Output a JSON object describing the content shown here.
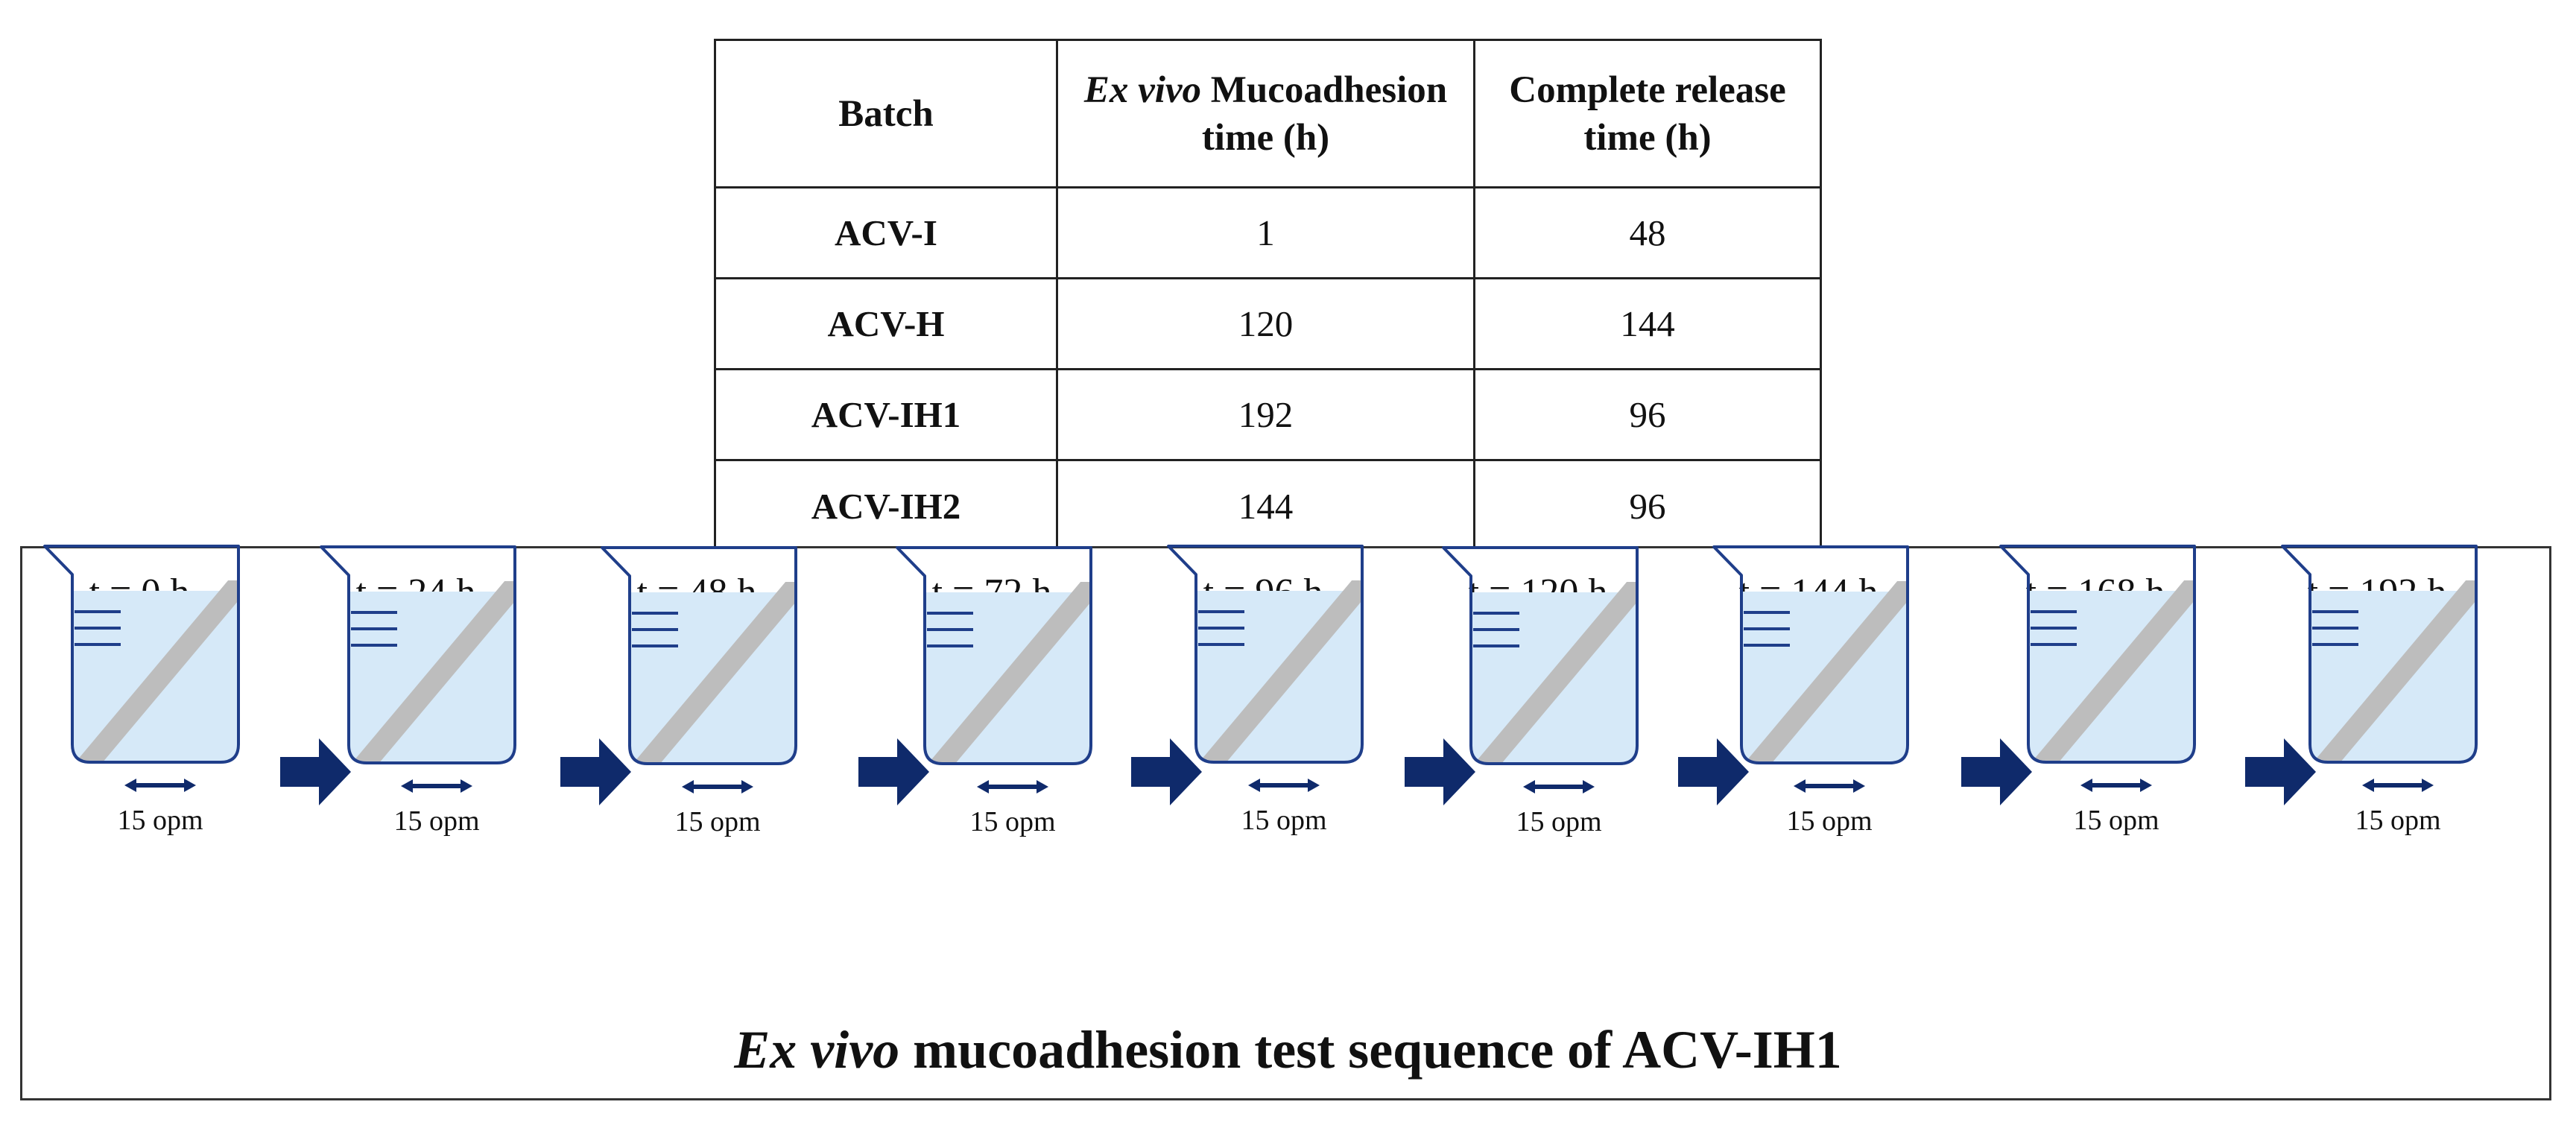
{
  "table": {
    "headers": {
      "batch": "Batch",
      "mucoadhesion_italic": "Ex vivo",
      "mucoadhesion_rest": " Mucoadhesion time (h)",
      "release": "Complete release time (h)"
    },
    "rows": [
      {
        "batch": "ACV-I",
        "mucoadhesion": "1",
        "release": "48"
      },
      {
        "batch": "ACV-H",
        "mucoadhesion": "120",
        "release": "144"
      },
      {
        "batch": "ACV-IH1",
        "mucoadhesion": "192",
        "release": "96"
      },
      {
        "batch": "ACV-IH2",
        "mucoadhesion": "144",
        "release": "96"
      }
    ]
  },
  "sequence": {
    "steps": [
      {
        "time": "t = 0 h",
        "rpm": "15 opm"
      },
      {
        "time": "t = 24 h",
        "rpm": "15 opm"
      },
      {
        "time": "t = 48 h",
        "rpm": "15 opm"
      },
      {
        "time": "t = 72 h",
        "rpm": "15 opm"
      },
      {
        "time": "t = 96 h",
        "rpm": "15 opm"
      },
      {
        "time": "t = 120 h",
        "rpm": "15 opm"
      },
      {
        "time": "t = 144 h",
        "rpm": "15 opm"
      },
      {
        "time": "t = 168 h",
        "rpm": "15 opm"
      },
      {
        "time": "t = 192 h",
        "rpm": "15 opm"
      }
    ],
    "caption_italic": "Ex vivo",
    "caption_rest": " mucoadhesion test sequence of ACV-IH1"
  },
  "colors": {
    "beaker_outline": "#1f3e8a",
    "liquid": "#d6e9f8",
    "holder": "#bdbdbd",
    "mucosa": "#ef5b6a",
    "film": "#fbe9cf",
    "arrow": "#0f2a6b"
  }
}
